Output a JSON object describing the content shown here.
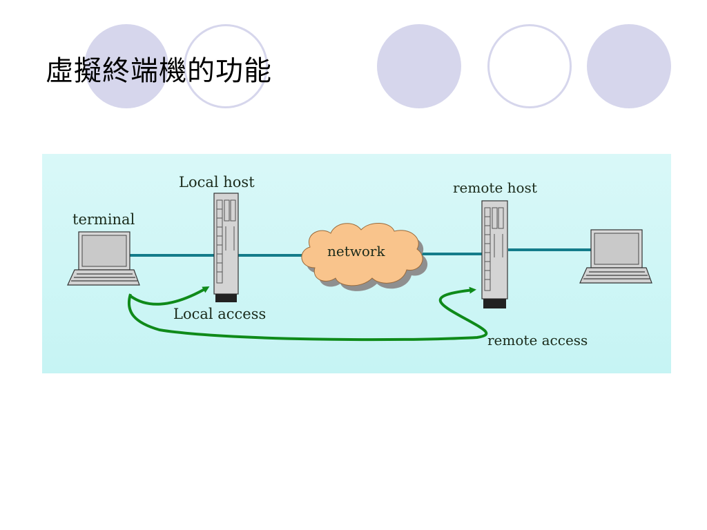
{
  "slide": {
    "title": "虛擬終端機的功能"
  },
  "diagram": {
    "labels": {
      "terminal": "terminal",
      "local_host": "Local host",
      "network": "network",
      "remote_host": "remote host",
      "local_access": "Local access",
      "remote_access": "remote access"
    },
    "colors": {
      "panel_background": "#cdf5f5",
      "link_line": "#137c8a",
      "access_arrow": "#0f8a1a",
      "cloud_fill": "#f9c48c",
      "decor_circle": "#d6d6ec"
    }
  }
}
